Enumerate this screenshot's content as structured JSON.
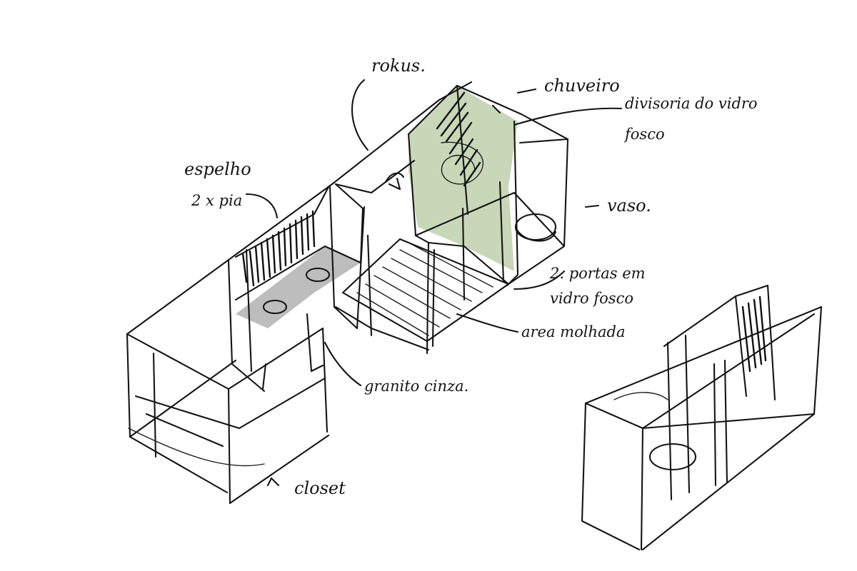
{
  "annotations": {
    "rokus": "rokus.",
    "chuveiro": "chuveiro",
    "divisoria_line1": "divisoria do vidro",
    "divisoria_line2": "fosco",
    "espelho": "espelho",
    "pia": "2 x pia",
    "vaso": "vaso.",
    "portas_line1": "2. portas em",
    "portas_line2": "vidro fosco",
    "area_molhada": "area molhada",
    "granito": "granito cinza.",
    "closet": "closet"
  },
  "colors": {
    "ink": "#141414",
    "glass_green": "#b7c9a2",
    "granite_gray": "#9a9a9a",
    "paper": "#ffffff"
  }
}
